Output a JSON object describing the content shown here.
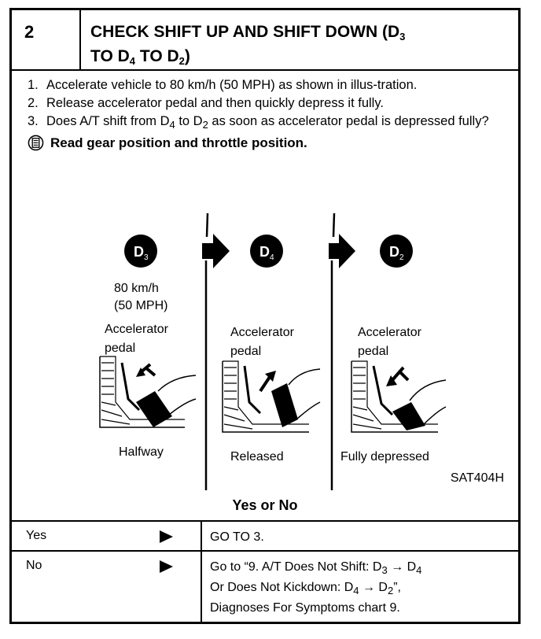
{
  "header": {
    "number": "2",
    "title_line1": "CHECK SHIFT UP AND SHIFT DOWN (D",
    "title_sub1": "3",
    "title_line2_a": "TO D",
    "title_sub2": "4",
    "title_line2_b": " TO D",
    "title_sub3": "2",
    "title_line2_c": ")"
  },
  "steps": [
    {
      "n": "1.",
      "text": "Accelerate vehicle to 80 km/h (50 MPH) as shown in illus-tration."
    },
    {
      "n": "2.",
      "text": "Release accelerator pedal and then quickly depress it fully."
    },
    {
      "n": "3.",
      "a": "Does A/T shift from D",
      "s1": "4",
      "b": " to D",
      "s2": "2",
      "c": " as soon as accelerator pedal is depressed fully?"
    }
  ],
  "note": "Read gear position and throttle position.",
  "figure": {
    "gears": [
      "D",
      "D",
      "D"
    ],
    "gear_subs": [
      "3",
      "4",
      "2"
    ],
    "speed_line1": "80 km/h",
    "speed_line2": "(50 MPH)",
    "pedal_label_1": "Accelerator",
    "pedal_label_2": "pedal",
    "states": [
      "Halfway",
      "Released",
      "Fully depressed"
    ],
    "figure_id": "SAT404H"
  },
  "yes_no": {
    "title": "Yes or No",
    "yes_label": "Yes",
    "yes_result": "GO TO 3.",
    "no_label": "No",
    "no_result_1a": "Go to “9. A/T Does Not Shift: D",
    "no_result_1s": "3",
    "no_result_1b": " → D",
    "no_result_1s2": "4",
    "no_result_2a": "Or Does Not Kickdown: D",
    "no_result_2s": "4",
    "no_result_2b": " → D",
    "no_result_2s2": "2",
    "no_result_2c": "”,",
    "no_result_3": "Diagnoses For Symptoms chart 9."
  }
}
